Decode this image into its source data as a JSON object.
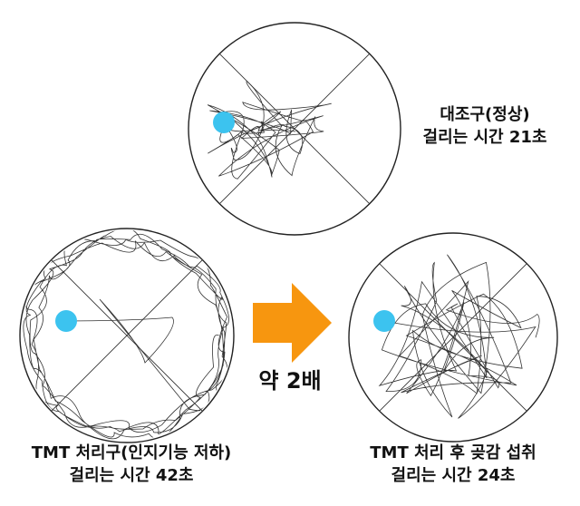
{
  "panels": [
    {
      "id": "control",
      "title": "대조구(정상)",
      "time": "걸리는 시간 21초",
      "dot_color": "#3cc3ef"
    },
    {
      "id": "tmt",
      "title": "TMT 처리구(인지기능 저하)",
      "time": "걸리는 시간 42초",
      "dot_color": "#3cc3ef"
    },
    {
      "id": "tmt-grain",
      "title": "TMT 처리 후 곶감 섭취",
      "time": "걸리는 시간 24초",
      "dot_color": "#3cc3ef"
    }
  ],
  "arrow": {
    "label": "약 2배",
    "color": "#f7960f",
    "icon": "right-arrow-icon"
  }
}
